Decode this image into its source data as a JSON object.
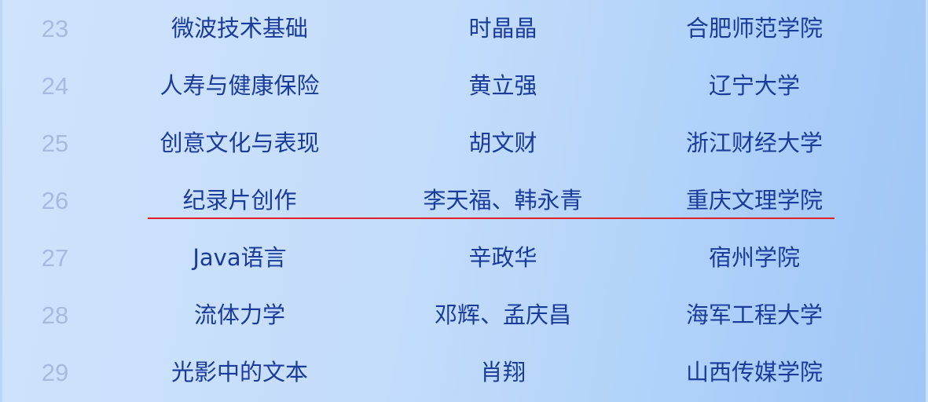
{
  "rows": [
    {
      "no": "23",
      "course": "微波技术基础",
      "teacher": "时晶晶",
      "school": "合肥师范学院"
    },
    {
      "no": "24",
      "course": "人寿与健康保险",
      "teacher": "黄立强",
      "school": "辽宁大学"
    },
    {
      "no": "25",
      "course": "创意文化与表现",
      "teacher": "胡文财",
      "school": "浙江财经大学"
    },
    {
      "no": "26",
      "course": "纪录片创作",
      "teacher": "李天福、韩永青",
      "school": "重庆文理学院"
    },
    {
      "no": "27",
      "course": "Java语言",
      "teacher": "辛政华",
      "school": "宿州学院"
    },
    {
      "no": "28",
      "course": "流体力学",
      "teacher": "邓辉、孟庆昌",
      "school": "海军工程大学"
    },
    {
      "no": "29",
      "course": "光影中的文本",
      "teacher": "肖翔",
      "school": "山西传媒学院"
    }
  ],
  "highlight": {
    "row_no": "26",
    "color": "#e3212b"
  },
  "colors": {
    "text": "#1b3b9b",
    "number": "#a8badf"
  }
}
